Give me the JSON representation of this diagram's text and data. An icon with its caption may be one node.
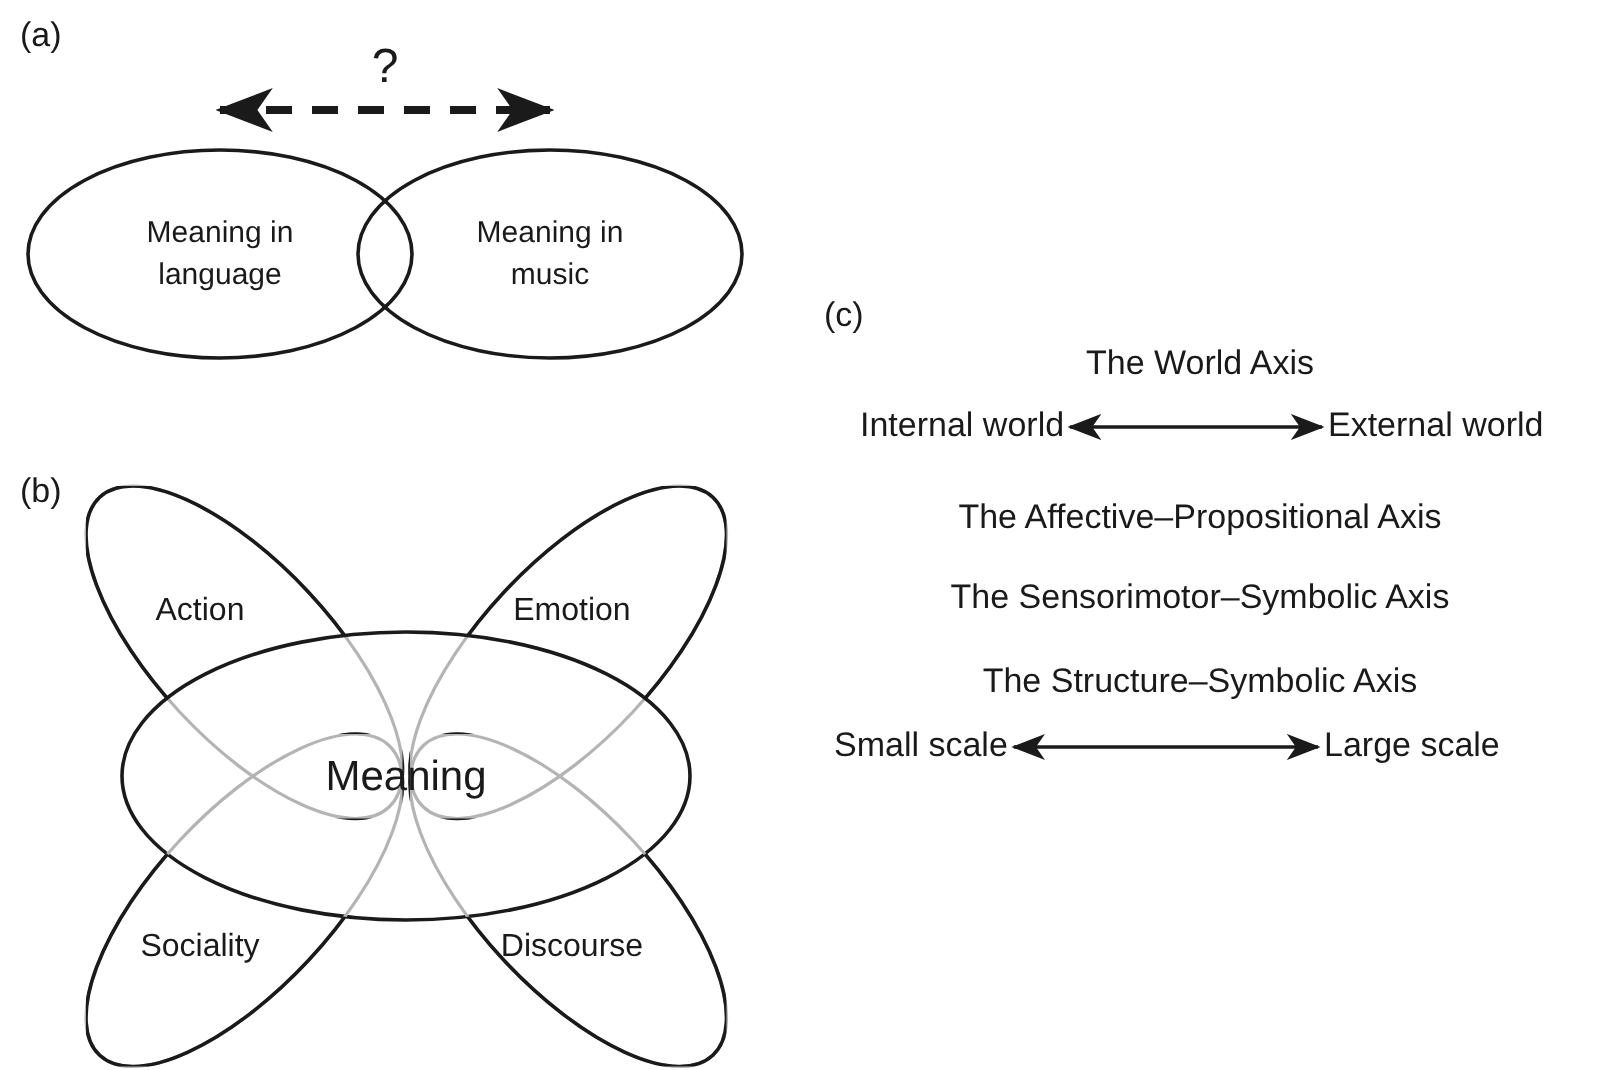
{
  "diagram": {
    "nodes": [
      {
        "text": [
          "Meaning in language"
        ]
      },
      {
        "text": [
          "Meaning in music"
        ]
      },
      {
        "text": [
          "Action"
        ]
      },
      {
        "text": [
          "Emotion"
        ]
      },
      {
        "text": [
          "Meaning"
        ]
      },
      {
        "text": [
          "Sociality"
        ]
      },
      {
        "text": [
          "Discourse"
        ]
      },
      {
        "text": [
          "Internal world"
        ]
      },
      {
        "text": [
          "External world"
        ]
      },
      {
        "text": [
          "Small scale"
        ]
      },
      {
        "text": [
          "Large scale"
        ]
      }
    ],
    "edges": [
      {
        "from": 0,
        "to": 1,
        "arrow": "both",
        "style": "dashed",
        "label": "?"
      },
      {
        "from": 7,
        "to": 8,
        "arrow": "both"
      },
      {
        "from": 9,
        "to": 10,
        "arrow": "both"
      }
    ],
    "labels": [
      "(a)",
      "(b)",
      "(c)",
      "The World Axis",
      "The Affective–Propositional Axis",
      "The Sensorimotor–Symbolic Axis",
      "The Structure–Symbolic Axis"
    ]
  }
}
